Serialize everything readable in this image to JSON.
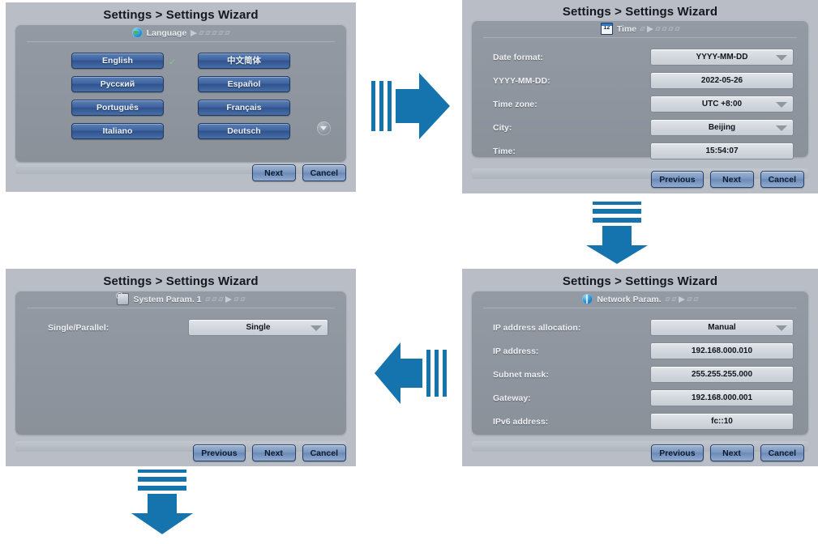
{
  "title": "Settings > Settings Wizard",
  "panels": {
    "language": {
      "title": "Settings > Settings Wizard",
      "step_label": "Language",
      "step_icon": "globe-icon",
      "selected": "English",
      "options": [
        [
          "English",
          "中文简体"
        ],
        [
          "Русский",
          "Español"
        ],
        [
          "Português",
          "Français"
        ],
        [
          "Italiano",
          "Deutsch"
        ]
      ],
      "check_mark": "✓",
      "buttons": {
        "next": "Next",
        "cancel": "Cancel"
      }
    },
    "time": {
      "title": "Settings > Settings Wizard",
      "step_label": "Time",
      "step_icon": "calendar-12-icon",
      "rows": [
        {
          "label": "Date format:",
          "value": "YYYY-MM-DD",
          "dropdown": true
        },
        {
          "label": "YYYY-MM-DD:",
          "value": "2022-05-26",
          "dropdown": false
        },
        {
          "label": "Time zone:",
          "value": "UTC +8:00",
          "dropdown": true
        },
        {
          "label": "City:",
          "value": "Beijing",
          "dropdown": true
        },
        {
          "label": "Time:",
          "value": "15:54:07",
          "dropdown": false
        }
      ],
      "buttons": {
        "previous": "Previous",
        "next": "Next",
        "cancel": "Cancel"
      }
    },
    "network": {
      "title": "Settings > Settings Wizard",
      "step_label": "Network Param.",
      "step_icon": "network-globe-icon",
      "rows": [
        {
          "label": "IP address allocation:",
          "value": "Manual",
          "dropdown": true
        },
        {
          "label": "IP address:",
          "value": "192.168.000.010",
          "dropdown": false
        },
        {
          "label": "Subnet mask:",
          "value": "255.255.255.000",
          "dropdown": false
        },
        {
          "label": "Gateway:",
          "value": "192.168.000.001",
          "dropdown": false
        },
        {
          "label": "IPv6 address:",
          "value": "fc::10",
          "dropdown": false
        }
      ],
      "buttons": {
        "previous": "Previous",
        "next": "Next",
        "cancel": "Cancel"
      }
    },
    "system": {
      "title": "Settings > Settings Wizard",
      "step_label": "System Param. 1",
      "step_icon": "system-param-icon",
      "rows": [
        {
          "label": "Single/Parallel:",
          "value": "Single",
          "dropdown": true
        }
      ],
      "buttons": {
        "previous": "Previous",
        "next": "Next",
        "cancel": "Cancel"
      }
    }
  },
  "arrows": [
    {
      "name": "arrow-right-language-to-time",
      "direction": "right"
    },
    {
      "name": "arrow-down-time-to-network",
      "direction": "down"
    },
    {
      "name": "arrow-left-network-to-system",
      "direction": "left"
    },
    {
      "name": "arrow-down-system-to-next",
      "direction": "down"
    }
  ],
  "colors": {
    "arrow_blue": "#1573ae",
    "screen_bg": "#b9bec6",
    "card_bg": "#8f959e",
    "lang_button_blue": "#3e63a0",
    "nav_button_blue": "#7b98c2",
    "check_green": "#6fdc6f"
  }
}
